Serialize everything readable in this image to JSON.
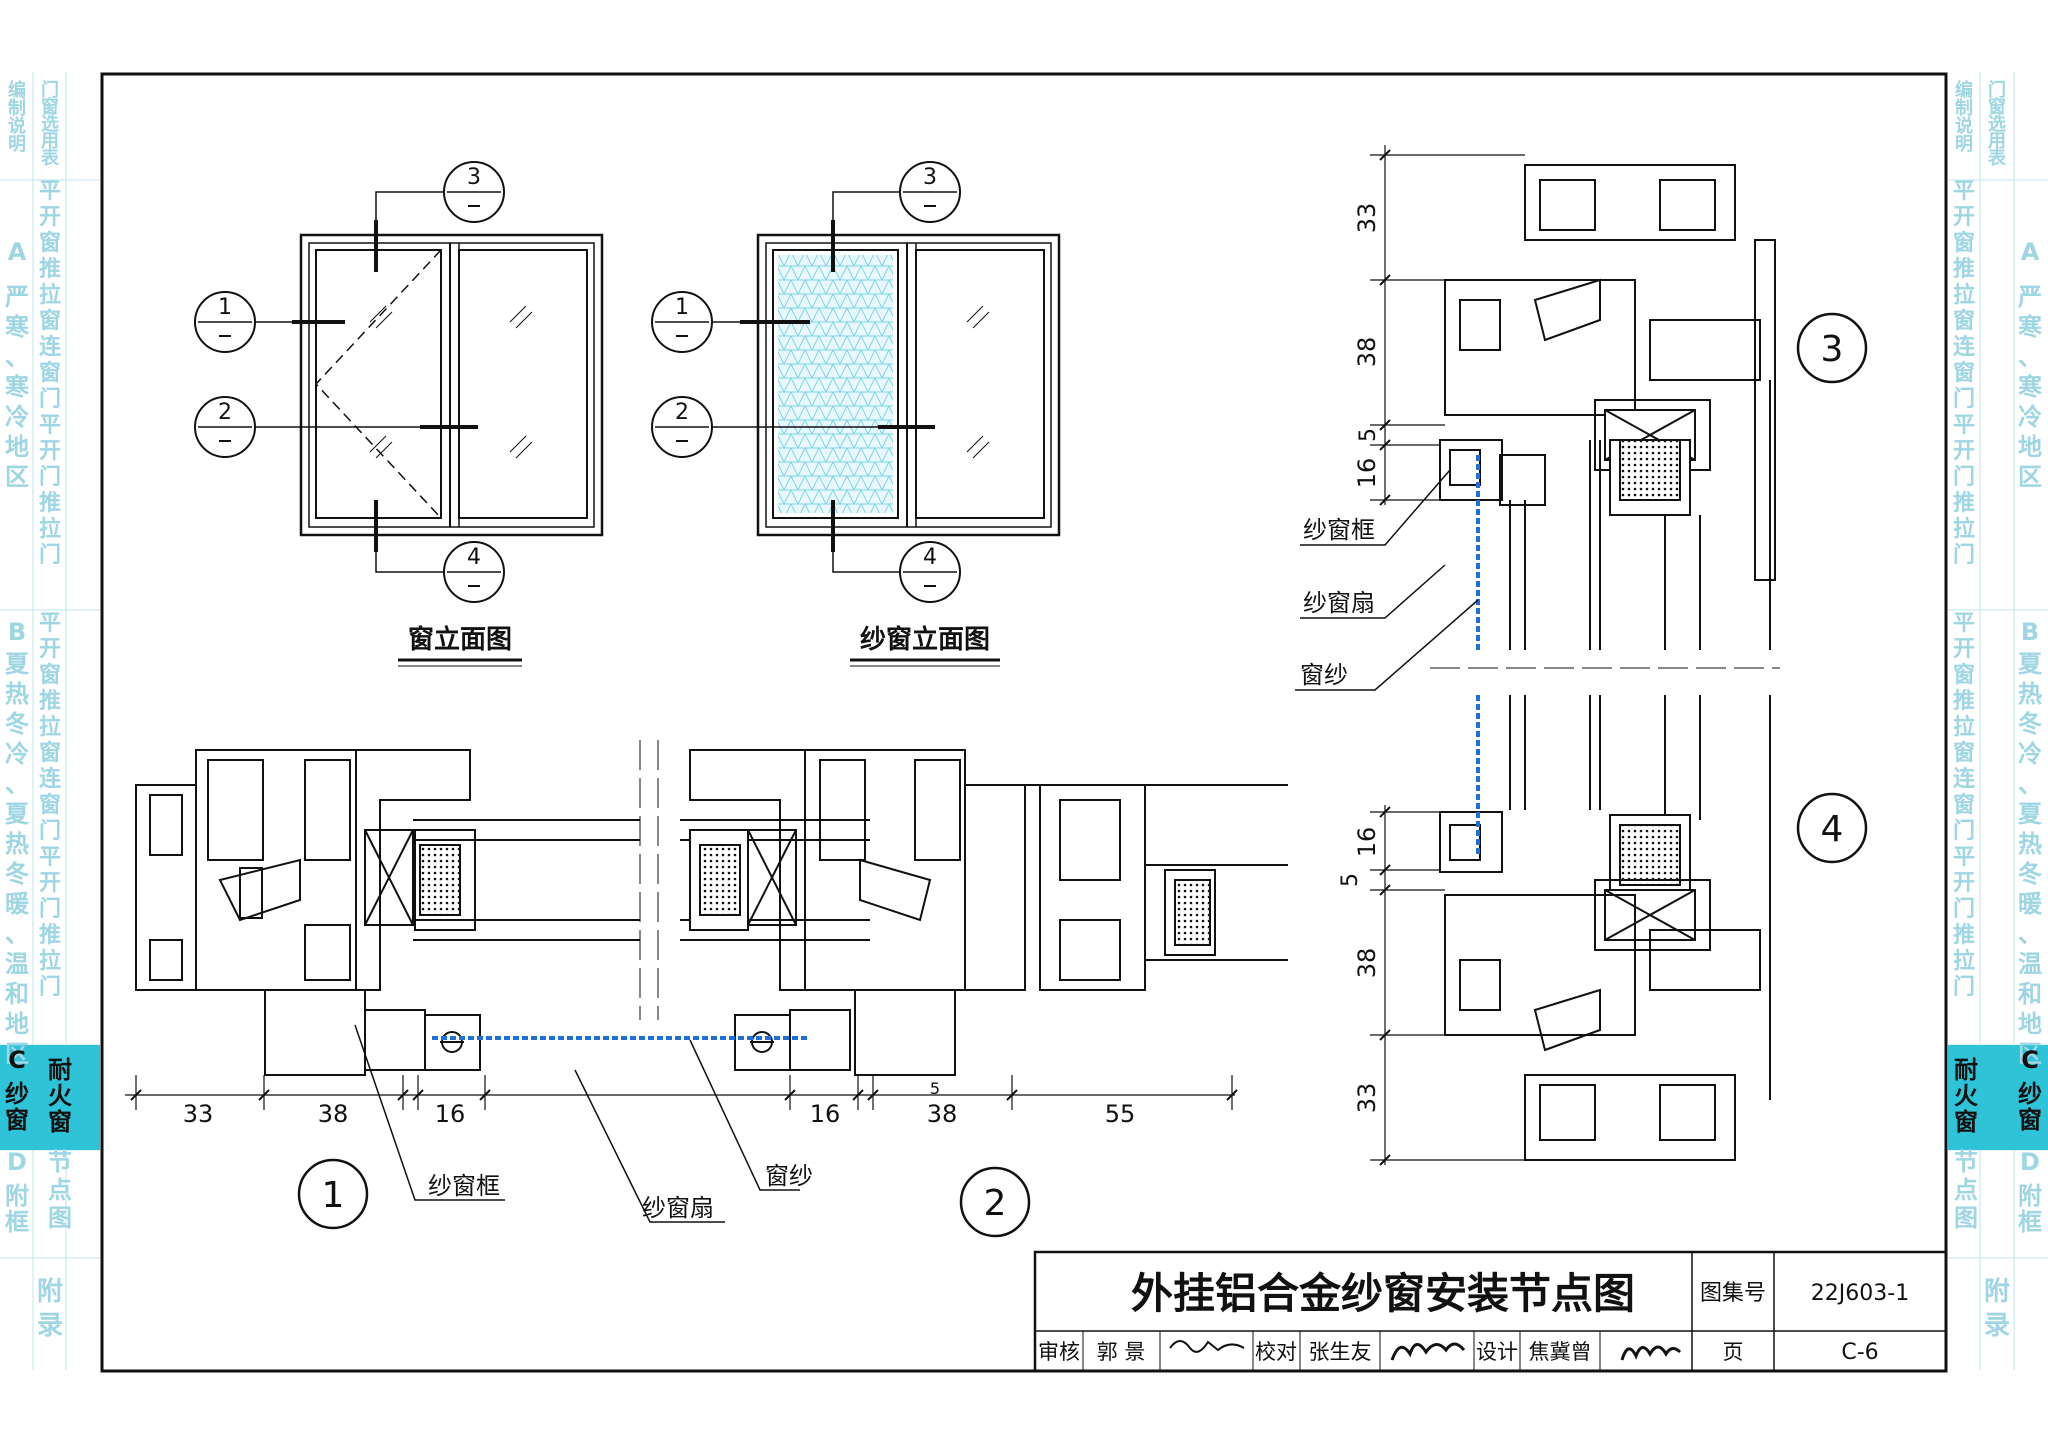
{
  "side_tabs_left": [
    {
      "id": "t1",
      "label": "编制说明",
      "active": false
    },
    {
      "id": "t2",
      "label": "门窗选用表",
      "active": false
    },
    {
      "id": "t3",
      "label": "A",
      "active": false
    },
    {
      "id": "t4",
      "label": "严寒、寒冷地区",
      "active": false
    },
    {
      "id": "t5",
      "label": "平开窗推拉窗连窗门平开门推拉门",
      "active": false
    },
    {
      "id": "t6",
      "label": "B",
      "active": false
    },
    {
      "id": "t7",
      "label": "夏热冬冷、夏热冬暖、温和地区",
      "active": false
    },
    {
      "id": "t8",
      "label": "平开窗推拉窗连窗门平开门推拉门",
      "active": false
    },
    {
      "id": "t9",
      "label": "C",
      "active": true
    },
    {
      "id": "t10",
      "label": "纱窗",
      "active": true
    },
    {
      "id": "t11",
      "label": "耐火窗",
      "active": true
    },
    {
      "id": "t12",
      "label": "D",
      "active": false
    },
    {
      "id": "t13",
      "label": "附框",
      "active": false
    },
    {
      "id": "t14",
      "label": "节点图",
      "active": false
    },
    {
      "id": "t15",
      "label": "附录",
      "active": false
    }
  ],
  "elevation_left": {
    "title": "窗立面图",
    "markers": [
      "1",
      "2",
      "3",
      "4"
    ]
  },
  "elevation_right": {
    "title": "纱窗立面图",
    "markers": [
      "1",
      "2",
      "3",
      "4"
    ]
  },
  "section_horizontal": {
    "dims": [
      "33",
      "38",
      "16",
      "16",
      "38",
      "55"
    ],
    "small_dim": "5",
    "labels": {
      "frame": "纱窗框",
      "sash": "纱窗扇",
      "screen": "窗纱"
    },
    "detail_left": "1",
    "detail_right": "2"
  },
  "section_vertical": {
    "dims_top": [
      "33",
      "38",
      "5",
      "16"
    ],
    "dims_bottom": [
      "16",
      "5",
      "38",
      "33"
    ],
    "labels": {
      "frame": "纱窗框",
      "sash": "纱窗扇",
      "screen": "窗纱"
    },
    "detail_top": "3",
    "detail_bottom": "4"
  },
  "title_block": {
    "title": "外挂铝合金纱窗安装节点图",
    "atlas_label": "图集号",
    "atlas_no": "22J603-1",
    "review_label": "审核",
    "reviewer": "郭 景",
    "check_label": "校对",
    "checker": "张生友",
    "design_label": "设计",
    "designer": "焦冀曾",
    "page_label": "页",
    "page_no": "C-6"
  },
  "colors": {
    "tab_active": "#2ec3d6",
    "tab_text": "#9fd6e3",
    "screen_blue": "#1e6fd9",
    "mesh": "#7fd3e8"
  }
}
